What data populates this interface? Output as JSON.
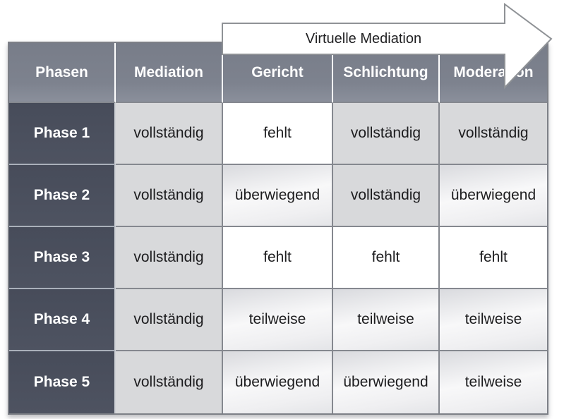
{
  "arrow": {
    "label": "Virtuelle Mediation"
  },
  "table": {
    "columns": [
      "Phasen",
      "Mediation",
      "Gericht",
      "Schlichtung",
      "Moderation"
    ],
    "rows": [
      {
        "phase": "Phase 1",
        "values": [
          "vollständig",
          "fehlt",
          "vollständig",
          "vollständig"
        ]
      },
      {
        "phase": "Phase 2",
        "values": [
          "vollständig",
          "überwiegend",
          "vollständig",
          "überwiegend"
        ]
      },
      {
        "phase": "Phase 3",
        "values": [
          "vollständig",
          "fehlt",
          "fehlt",
          "fehlt"
        ]
      },
      {
        "phase": "Phase 4",
        "values": [
          "vollständig",
          "teilweise",
          "teilweise",
          "teilweise"
        ]
      },
      {
        "phase": "Phase 5",
        "values": [
          "vollständig",
          "überwiegend",
          "überwiegend",
          "teilweise"
        ]
      }
    ]
  },
  "colors": {
    "header_bg_top": "#787d89",
    "header_bg_bot": "#8a8f9b",
    "phase_bg_top": "#474c5a",
    "phase_bg_bot": "#4e5361",
    "cell_full_bg": "#d8d9db",
    "cell_missing_bg": "#ffffff",
    "cell_gradient_top": "#d9dade",
    "cell_gradient_mid": "#f8f8f9",
    "cell_gradient_bottom": "#e4e5e8",
    "header_text": "#ffffff",
    "cell_text": "#1c1c1e",
    "arrow_outline": "#8f9296",
    "arrow_fill": "#ffffff"
  }
}
